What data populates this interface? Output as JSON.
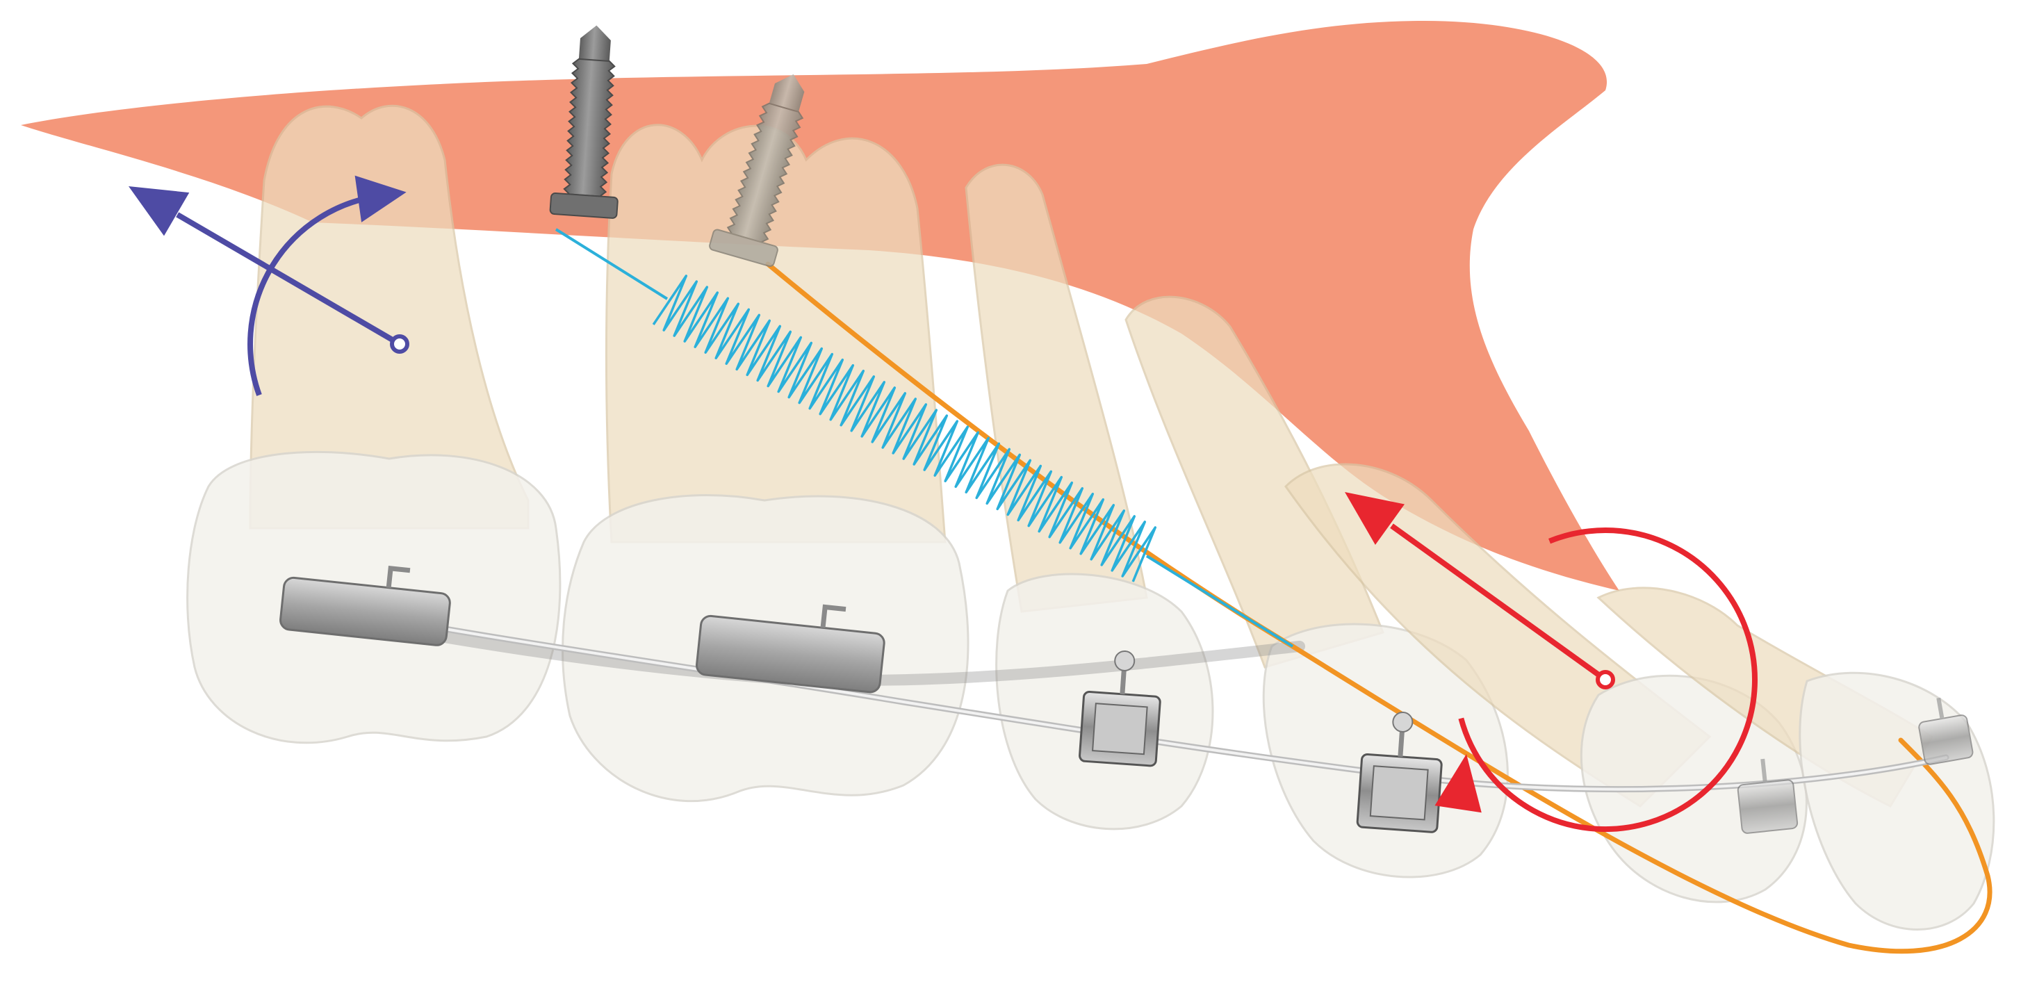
{
  "figure": {
    "colors": {
      "background": "#ffffff",
      "gingiva": "#F4977A",
      "tooth_root": "#EEDDBF",
      "tooth_root_edge": "#D9C7A6",
      "tooth_crown": "#F3F1EC",
      "tooth_crown_edge": "#D8D5CE",
      "screw": "#7A7A7A",
      "screw_light": "#A8A49B",
      "spring": "#2BB0DA",
      "elastic": "#F29423",
      "archwire": "#BDBDBD",
      "bracket": "#9A9A9A",
      "molar_force": "#4E4BA4",
      "anterior_force": "#E8262F"
    },
    "elements": [
      {
        "name": "miniscrew",
        "count": 2
      },
      {
        "name": "nickel-titanium-coil-spring",
        "count": 1
      },
      {
        "name": "elastic-chain",
        "count": 1
      },
      {
        "name": "archwire",
        "count": 1
      },
      {
        "name": "molar-tube",
        "count": 2
      },
      {
        "name": "bracket",
        "count": 4
      },
      {
        "name": "center-of-resistance-marker",
        "count": 2
      },
      {
        "name": "molar-force-arrow",
        "color": "molar_force"
      },
      {
        "name": "anterior-force-arrow",
        "color": "anterior_force"
      }
    ]
  }
}
